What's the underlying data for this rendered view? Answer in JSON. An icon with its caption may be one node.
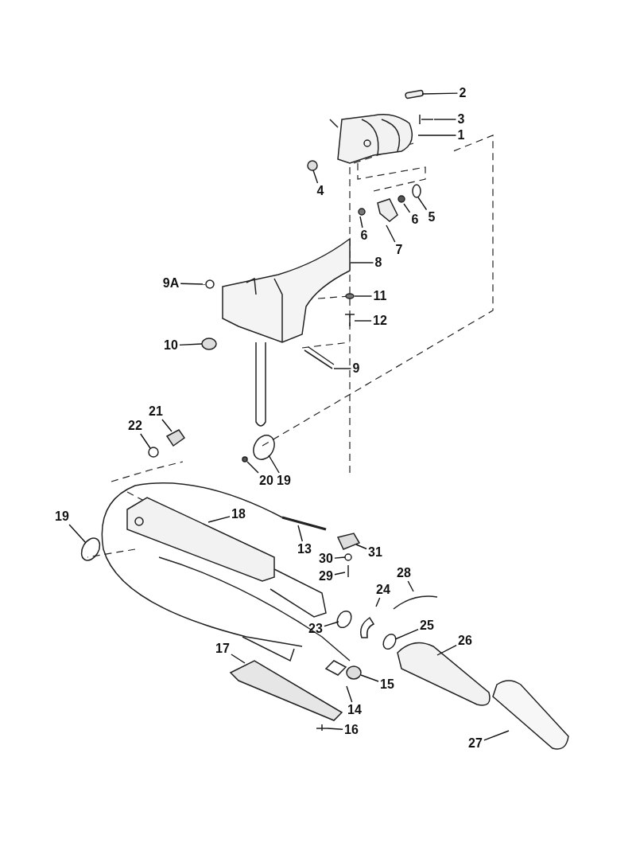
{
  "diagram": {
    "nodes": [
      {
        "text": [
          "2"
        ]
      },
      {
        "text": [
          "3"
        ]
      },
      {
        "text": [
          "1"
        ]
      },
      {
        "text": [
          "4"
        ]
      },
      {
        "text": [
          "5"
        ]
      },
      {
        "text": [
          "6"
        ]
      },
      {
        "text": [
          "6"
        ]
      },
      {
        "text": [
          "7"
        ]
      },
      {
        "text": [
          "8"
        ]
      },
      {
        "text": [
          "9A"
        ]
      },
      {
        "text": [
          "11"
        ]
      },
      {
        "text": [
          "12"
        ]
      },
      {
        "text": [
          "10"
        ]
      },
      {
        "text": [
          "9"
        ]
      },
      {
        "text": [
          "21"
        ]
      },
      {
        "text": [
          "22"
        ]
      },
      {
        "text": [
          "20"
        ]
      },
      {
        "text": [
          "19"
        ]
      },
      {
        "text": [
          "18"
        ]
      },
      {
        "text": [
          "19"
        ]
      },
      {
        "text": [
          "13"
        ]
      },
      {
        "text": [
          "31"
        ]
      },
      {
        "text": [
          "30"
        ]
      },
      {
        "text": [
          "29"
        ]
      },
      {
        "text": [
          "28"
        ]
      },
      {
        "text": [
          "24"
        ]
      },
      {
        "text": [
          "23"
        ]
      },
      {
        "text": [
          "25"
        ]
      },
      {
        "text": [
          "26"
        ]
      },
      {
        "text": [
          "17"
        ]
      },
      {
        "text": [
          "15"
        ]
      },
      {
        "text": [
          "14"
        ]
      },
      {
        "text": [
          "16"
        ]
      },
      {
        "text": [
          "27"
        ]
      }
    ],
    "edges": [
      {
        "from": 0,
        "to": null,
        "arrow": "none"
      },
      {
        "from": 1,
        "to": null,
        "arrow": "none"
      },
      {
        "from": 2,
        "to": null,
        "arrow": "none"
      },
      {
        "from": 3,
        "to": null,
        "arrow": "none"
      },
      {
        "from": 4,
        "to": null,
        "arrow": "none"
      },
      {
        "from": 5,
        "to": null,
        "arrow": "none"
      },
      {
        "from": 6,
        "to": null,
        "arrow": "none"
      },
      {
        "from": 7,
        "to": null,
        "arrow": "none"
      },
      {
        "from": 8,
        "to": null,
        "arrow": "none"
      },
      {
        "from": 9,
        "to": null,
        "arrow": "none"
      },
      {
        "from": 10,
        "to": null,
        "arrow": "none"
      },
      {
        "from": 11,
        "to": null,
        "arrow": "none"
      },
      {
        "from": 12,
        "to": null,
        "arrow": "none"
      },
      {
        "from": 13,
        "to": null,
        "arrow": "none"
      },
      {
        "from": 14,
        "to": null,
        "arrow": "none"
      },
      {
        "from": 15,
        "to": null,
        "arrow": "none"
      },
      {
        "from": 16,
        "to": null,
        "arrow": "none"
      },
      {
        "from": 17,
        "to": null,
        "arrow": "none"
      },
      {
        "from": 18,
        "to": null,
        "arrow": "none"
      },
      {
        "from": 19,
        "to": null,
        "arrow": "none"
      },
      {
        "from": 20,
        "to": null,
        "arrow": "none"
      },
      {
        "from": 21,
        "to": null,
        "arrow": "none"
      },
      {
        "from": 22,
        "to": null,
        "arrow": "none"
      },
      {
        "from": 23,
        "to": null,
        "arrow": "none"
      },
      {
        "from": 24,
        "to": null,
        "arrow": "none"
      },
      {
        "from": 25,
        "to": null,
        "arrow": "none"
      },
      {
        "from": 26,
        "to": null,
        "arrow": "none"
      },
      {
        "from": 27,
        "to": null,
        "arrow": "none"
      },
      {
        "from": 28,
        "to": null,
        "arrow": "none"
      },
      {
        "from": 29,
        "to": null,
        "arrow": "none"
      },
      {
        "from": 30,
        "to": null,
        "arrow": "none"
      },
      {
        "from": 31,
        "to": null,
        "arrow": "none"
      },
      {
        "from": 32,
        "to": null,
        "arrow": "none"
      },
      {
        "from": 33,
        "to": null,
        "arrow": "none"
      }
    ]
  }
}
